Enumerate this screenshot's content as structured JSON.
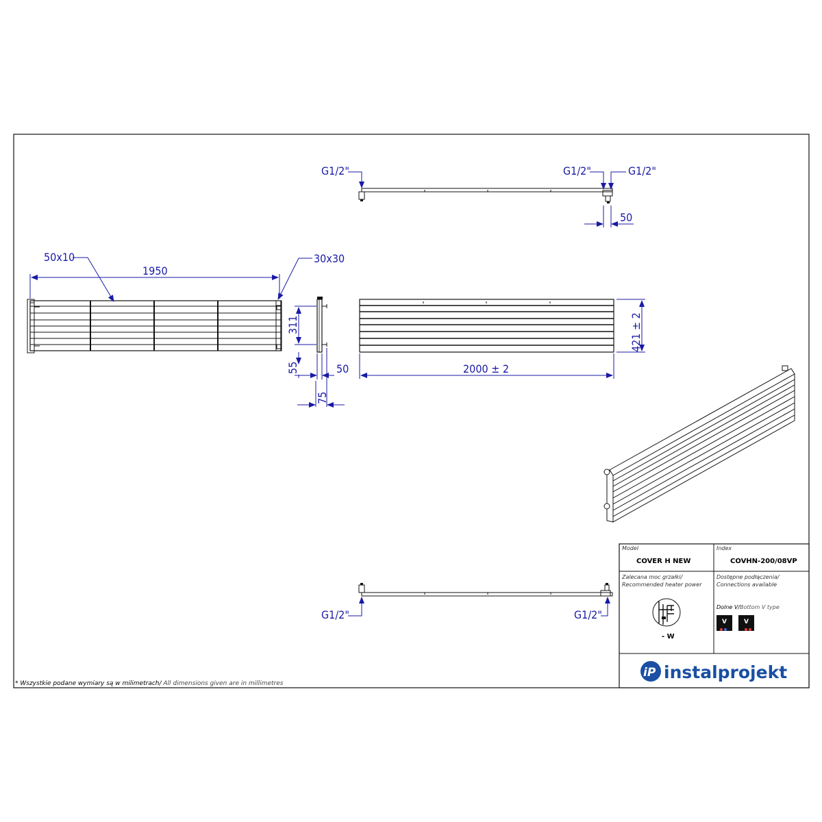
{
  "dimensions": {
    "conn_top_left": "G1/2\"",
    "conn_top_mid": "G1/2\"",
    "conn_top_right": "G1/2\"",
    "spacing_50_top": "50",
    "profile_size": "50x10",
    "frame_size": "30x30",
    "width_1950": "1950",
    "height_311": "311",
    "offset_55": "55",
    "depth_50": "50",
    "depth_75": "75",
    "height_421": "421 ± 2",
    "width_2000": "2000  ± 2",
    "conn_bottom_left": "G1/2\"",
    "conn_bottom_right": "G1/2\""
  },
  "title_block": {
    "model_label": "Model",
    "model_value": "COVER H NEW",
    "index_label": "Index",
    "index_value": "COVHN-200/08VP",
    "heater_label_pl": "Zalecana moc grzałki/",
    "heater_label_en": "Recommended heater power",
    "heater_value": "- W",
    "connections_label_pl": "Dostępne podłączenia/",
    "connections_label_en": "Connections available",
    "connection_type_pl": "Dolne V/",
    "connection_type_en": "Bottom V type",
    "connection_badge_1": "V",
    "connection_badge_2": "V",
    "brand": "instalprojekt",
    "brand_logo_text": "iP"
  },
  "footer_note_pl": "* Wszystkie podane wymiary są w milimetrach/",
  "footer_note_en": " All dimensions given are in millimetres",
  "colors": {
    "dimension": "#1a1aa6",
    "line": "#111111",
    "brand": "#1a4fa3"
  }
}
